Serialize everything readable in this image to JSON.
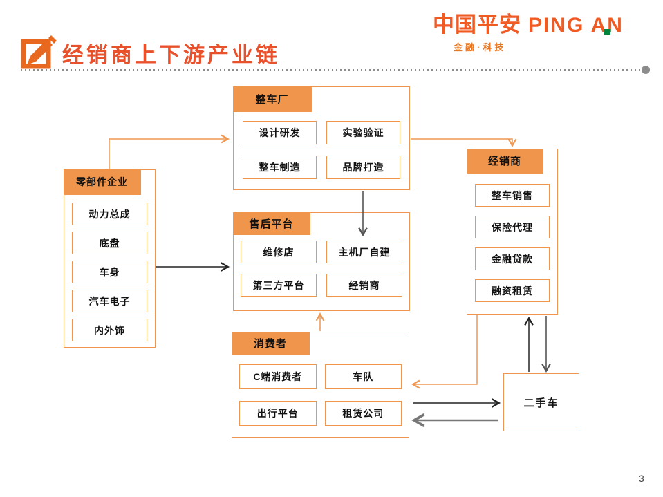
{
  "header": {
    "logo_cn": "中国平安",
    "logo_en": "PING AN",
    "logo_sub": "金融·科技",
    "page_number": "3"
  },
  "title": {
    "text": "经销商上下游产业链"
  },
  "colors": {
    "box_border": "#EE9552",
    "header_fill": "#F0964C",
    "title_color": "#E8512B",
    "logo_orange": "#F05A23",
    "logo_green": "#00843D",
    "arrow_orange": "#ED9752",
    "arrow_black": "#222222",
    "arrow_gray": "#777777"
  },
  "diagram": {
    "groups": [
      {
        "id": "oem",
        "title": "整车厂",
        "items": [
          "设计研发",
          "实验验证",
          "整车制造",
          "品牌打造"
        ]
      },
      {
        "id": "parts",
        "title": "零部件企业",
        "items": [
          "动力总成",
          "底盘",
          "车身",
          "汽车电子",
          "内外饰"
        ]
      },
      {
        "id": "aftersales",
        "title": "售后平台",
        "items": [
          "维修店",
          "主机厂自建",
          "第三方平台",
          "经销商"
        ]
      },
      {
        "id": "dealer",
        "title": "经销商",
        "items": [
          "整车销售",
          "保险代理",
          "金融贷款",
          "融资租赁"
        ]
      },
      {
        "id": "consumer",
        "title": "消费者",
        "items": [
          "C端消费者",
          "车队",
          "出行平台",
          "租赁公司"
        ]
      }
    ],
    "standalone": {
      "id": "usedcar",
      "label": "二手车"
    }
  }
}
